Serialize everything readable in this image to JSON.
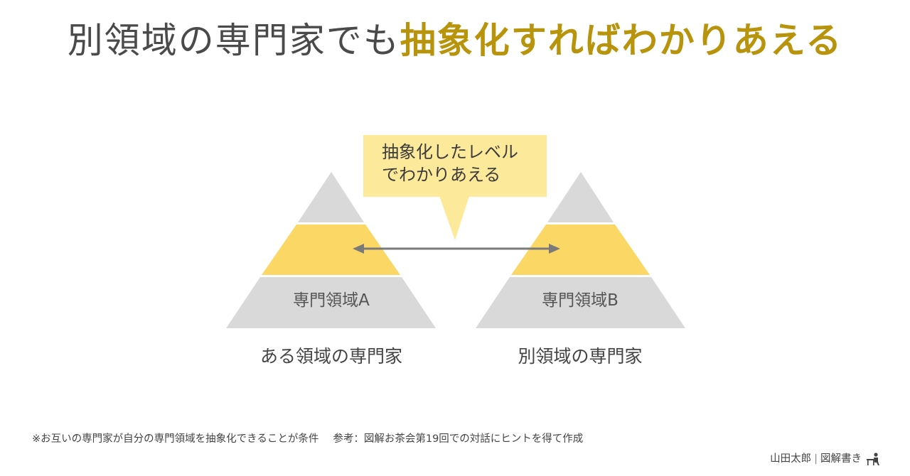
{
  "title": {
    "part_a": "別領域の専門家でも",
    "part_b": "抽象化すればわかりあえる"
  },
  "callout": {
    "line1": "抽象化したレベル",
    "line2": "でわかりあえる"
  },
  "pyramids": {
    "a": {
      "label": "専門領域A",
      "caption": "ある領域の専門家"
    },
    "b": {
      "label": "専門領域B",
      "caption": "別領域の専門家"
    }
  },
  "footnote": {
    "note": "※お互いの専門家が自分の専門領域を抽象化できることが条件",
    "reference": "参考：図解お茶会第19回での対話にヒントを得て作成"
  },
  "credit": {
    "author": "山田太郎",
    "separator": "|",
    "brand": "図解書き"
  },
  "colors": {
    "title_accent": "#b8940c",
    "pyramid_gray": "#d9d9d9",
    "pyramid_yellow": "#fbd765",
    "callout_fill": "#fde99a",
    "arrow": "#7a7a7a"
  },
  "icons": [
    "person-at-desk-icon"
  ]
}
